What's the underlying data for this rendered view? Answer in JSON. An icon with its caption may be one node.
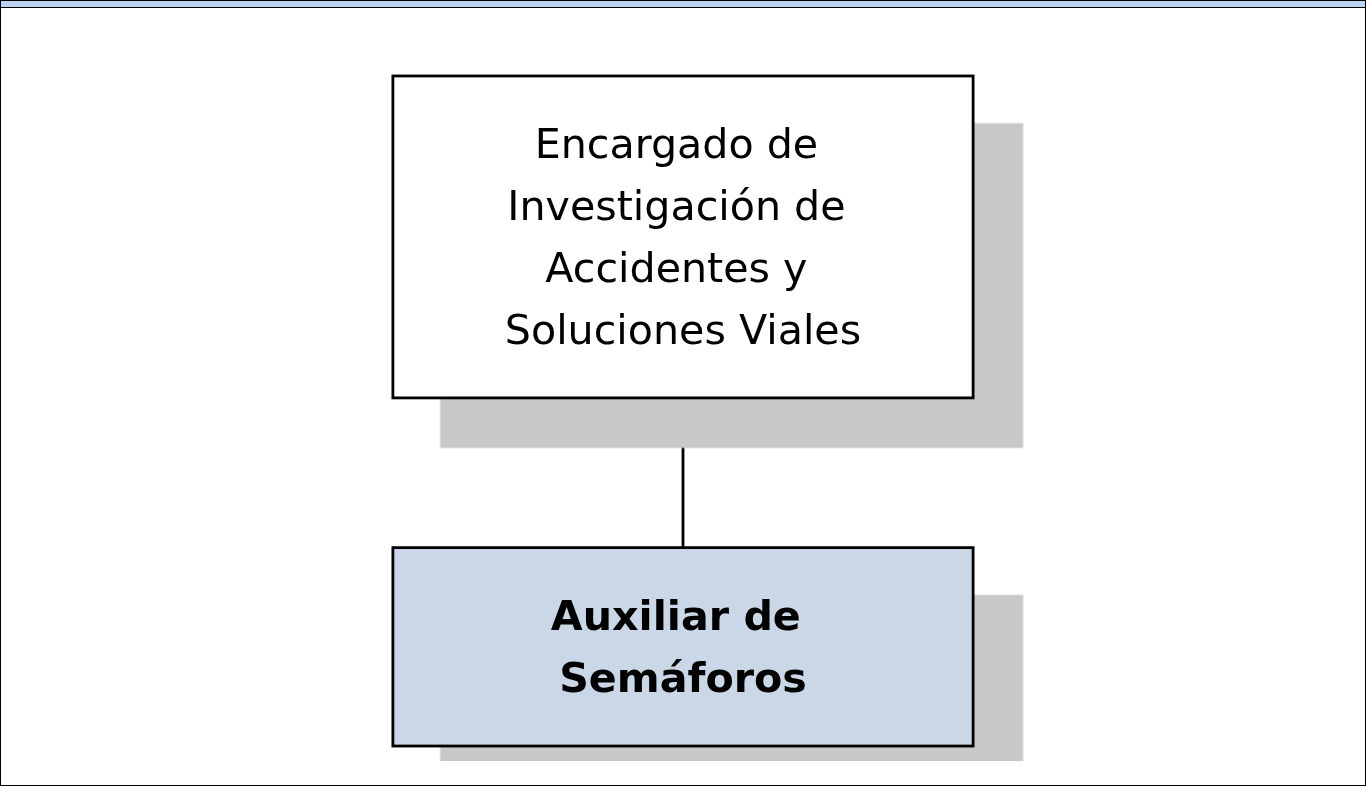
{
  "diagram": {
    "nodes": [
      {
        "text": [
          "Encargado de Investigación de Accidentes y Soluciones Viales"
        ]
      },
      {
        "text": [
          "Auxiliar de Semáforos"
        ]
      }
    ],
    "edges": [
      {
        "from": 0,
        "to": 1,
        "arrow": "none"
      }
    ]
  }
}
